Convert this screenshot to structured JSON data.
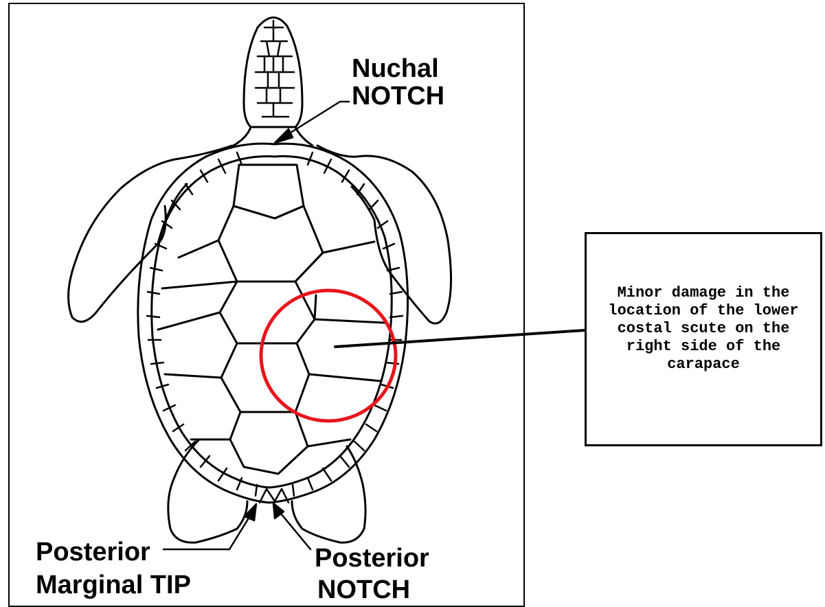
{
  "labels": {
    "nuchal_line1": "Nuchal",
    "nuchal_line2": "NOTCH",
    "post_tip_line1": "Posterior",
    "post_tip_line2": "Marginal TIP",
    "post_notch_line1": "Posterior",
    "post_notch_line2": "NOTCH"
  },
  "callout": {
    "text": "Minor damage in the location of the lower costal scute on the right side of the carapace"
  },
  "colors": {
    "highlight": "#e8141c",
    "ink": "#000000"
  }
}
